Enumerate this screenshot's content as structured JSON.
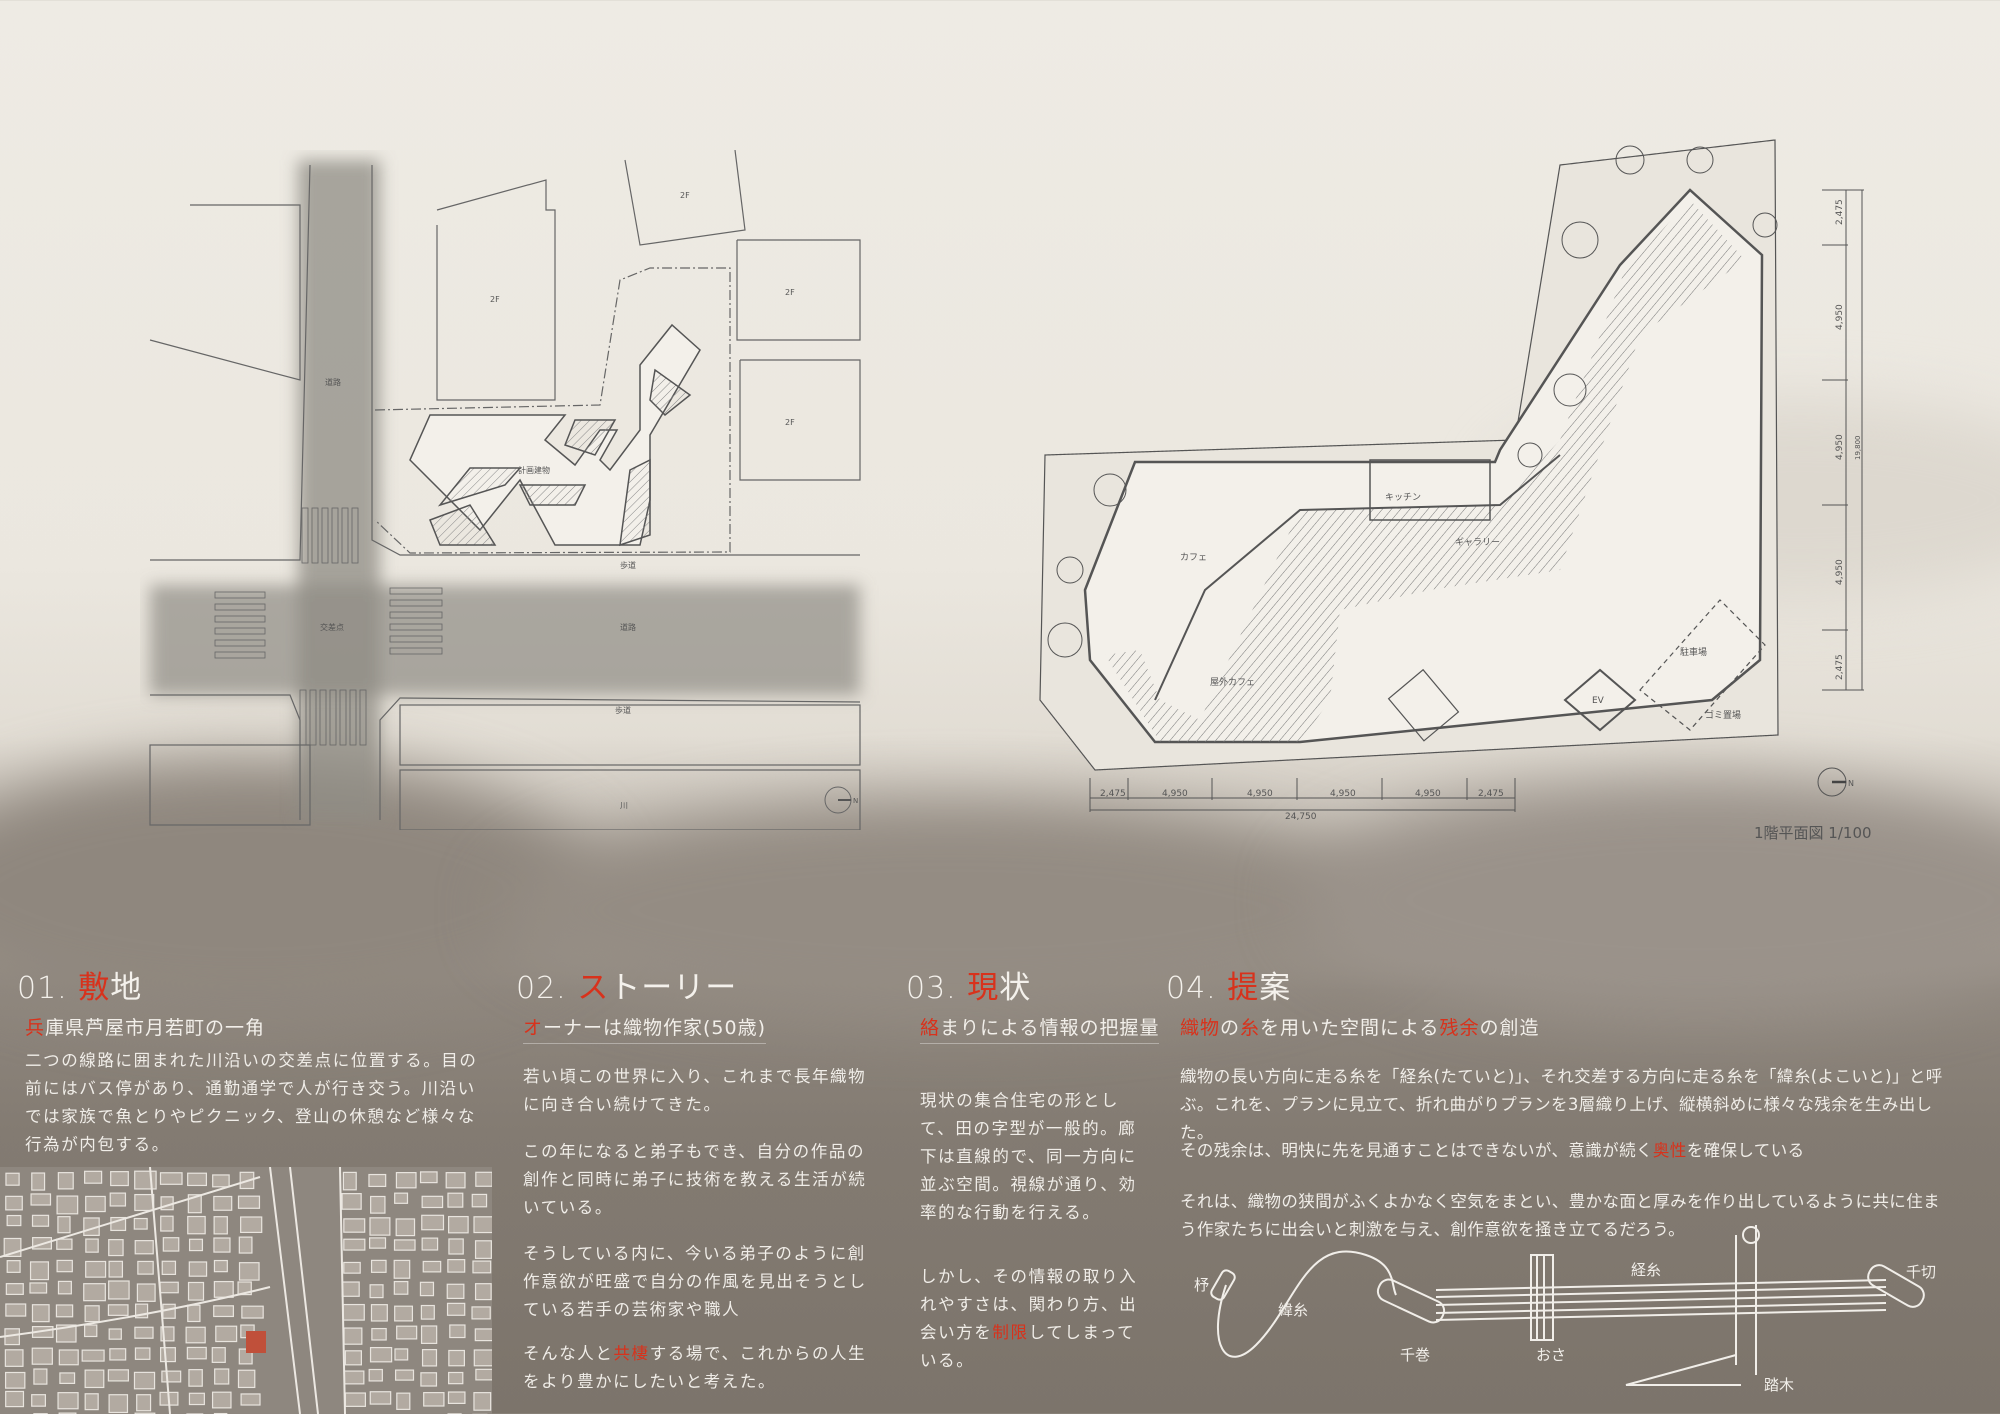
{
  "site_plan": {
    "labels": {
      "road_v": "道路",
      "intersection": "交差点",
      "road_h": "道路",
      "sidewalk_top": "歩道",
      "sidewalk_bottom": "歩道",
      "planned_building": "計画建物",
      "river": "川",
      "bldg_1": "2F",
      "bldg_2": "2F",
      "bldg_3": "2F",
      "bldg_4": "2F",
      "north": "N"
    }
  },
  "floor_plan": {
    "labels": {
      "cafe": "カフェ",
      "kitchen": "キッチン",
      "gallery": "ギャラリー",
      "outdoor_cafe": "屋外カフェ",
      "parking": "駐車場",
      "garbage": "ゴミ置場",
      "ev": "EV",
      "north": "N"
    },
    "dims_horizontal": [
      "2,475",
      "4,950",
      "4,950",
      "4,950",
      "4,950",
      "2,475"
    ],
    "dim_total_horizontal": "24,750",
    "dims_vertical": [
      "2,475",
      "4,950",
      "4,950",
      "4,950",
      "2,475"
    ],
    "dim_total_vertical": "19,800",
    "caption": "1階平面図 1/100"
  },
  "sections": [
    {
      "num": "01.",
      "title_red": "敷",
      "title_rest": "地",
      "subtitle_red": "兵",
      "subtitle_rest": "庫県芦屋市月若町の一角",
      "body": "二つの線路に囲まれた川沿いの交差点に位置する。目の前にはバス停があり、通勤通学で人が行き交う。川沿いでは家族で魚とりやピクニック、登山の休憩など様々な行為が内包する。"
    },
    {
      "num": "02.",
      "title_red": "ス",
      "title_rest": "トーリー",
      "subtitle_red": "オ",
      "subtitle_rest": "ーナーは織物作家(50歳)",
      "p1": "若い頃この世界に入り、これまで長年織物に向き合い続けてきた。",
      "p2": "この年になると弟子もでき、自分の作品の創作と同時に弟子に技術を教える生活が続いている。",
      "p3": "そうしている内に、今いる弟子のように創作意欲が旺盛で自分の作風を見出そうとしている若手の芸術家や職人",
      "p4_a": "そんな人と",
      "p4_red": "共棲",
      "p4_b": "する場で、これからの人生をより豊かにしたいと考えた。"
    },
    {
      "num": "03.",
      "title_red": "現",
      "title_rest": "状",
      "subtitle_red": "絡",
      "subtitle_rest": "まりによる情報の把握量",
      "p1": "現状の集合住宅の形として、田の字型が一般的。廊下は直線的で、同一方向に並ぶ空間。視線が通り、効率的な行動を行える。",
      "p2_a": "しかし、その情報の取り入れやすさは、関わり方、出会い方を",
      "p2_red": "制限",
      "p2_b": "してしまっている。"
    },
    {
      "num": "04.",
      "title_red": "提",
      "title_rest": "案",
      "sub_1_red": "織物",
      "sub_2": "の",
      "sub_3_red": "糸",
      "sub_4": "を用いた空間による",
      "sub_5_red": "残余",
      "sub_6": "の創造",
      "p1": "織物の長い方向に走る糸を「経糸(たていと)」、それ交差する方向に走る糸を「緯糸(よこいと)」と呼ぶ。これを、プランに見立て、折れ曲がりプランを3層織り上げ、縦横斜めに様々な残余を生み出した。",
      "p2_a": "その残余は、明快に先を見通すことはできないが、意識が続く",
      "p2_red": "奥性",
      "p2_b": "を確保している",
      "p3": "それは、織物の狭間がふくよかなく空気をまとい、豊かな面と厚みを作り出しているように共に住まう作家たちに出会いと刺激を与え、創作意欲を掻き立てるだろう。"
    }
  ],
  "loom": {
    "labels": {
      "shuttle": "杼",
      "weft": "緯糸",
      "cloth_beam": "千巻",
      "reed": "おさ",
      "warp": "経糸",
      "warp_beam": "千切",
      "treadle": "踏木"
    }
  },
  "colors": {
    "accent": "#d8321c",
    "site_highlight": "#c0503a"
  }
}
